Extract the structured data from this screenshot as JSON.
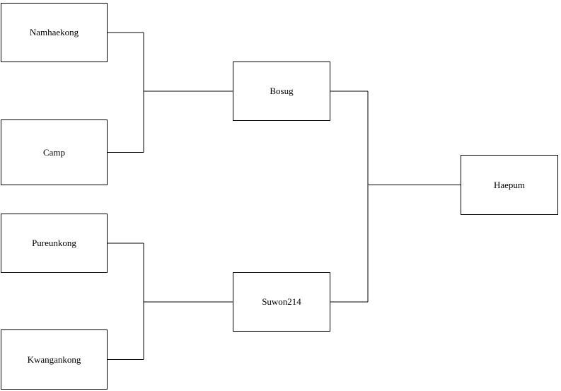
{
  "diagram": {
    "type": "bracket-tree",
    "nodes": [
      {
        "id": "namhaekong",
        "label": "Namhaekong"
      },
      {
        "id": "camp",
        "label": "Camp"
      },
      {
        "id": "pureunkong",
        "label": "Pureunkong"
      },
      {
        "id": "kwangankong",
        "label": "Kwangankong"
      },
      {
        "id": "bosug",
        "label": "Bosug"
      },
      {
        "id": "suwon214",
        "label": "Suwon214"
      },
      {
        "id": "haepum",
        "label": "Haepum"
      }
    ],
    "edges": [
      {
        "from": "namhaekong",
        "to": "bosug"
      },
      {
        "from": "camp",
        "to": "bosug"
      },
      {
        "from": "pureunkong",
        "to": "suwon214"
      },
      {
        "from": "kwangankong",
        "to": "suwon214"
      },
      {
        "from": "bosug",
        "to": "haepum"
      },
      {
        "from": "suwon214",
        "to": "haepum"
      }
    ],
    "colors": {
      "line": "#000000",
      "border": "#000000",
      "background": "#ffffff"
    }
  }
}
